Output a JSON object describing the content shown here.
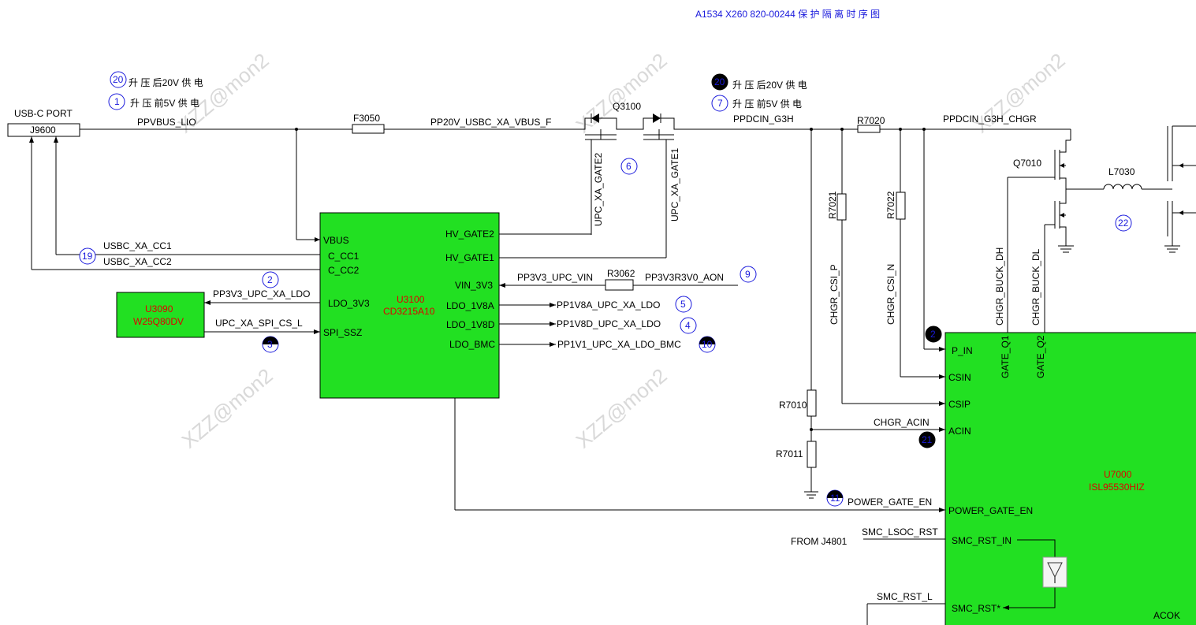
{
  "title": "A1534 X260 820-00244  保 护 隔 离 时 序 图",
  "watermark": "XZZ@mon2",
  "legend": [
    {
      "num": "20",
      "text": "升 压 后20V 供 电",
      "filled": false
    },
    {
      "num": "1",
      "text": "升 压 前5V 供 电",
      "filled": false
    },
    {
      "num": "20",
      "text": "升 压 后20V 供 电",
      "filled": true
    },
    {
      "num": "7",
      "text": "升 压 前5V 供 电",
      "filled": false
    }
  ],
  "connector": {
    "title": "USB-C PORT",
    "ref": "J9600"
  },
  "nets": {
    "ppvbus": "PPVBUS_LIO",
    "pp20v": "PP20V_USBC_XA_VBUS_F",
    "ppdcin": "PPDCIN_G3H",
    "ppdcin_chgr": "PPDCIN_G3H_CHGR",
    "cc1": "USBC_XA_CC1",
    "cc2": "USBC_XA_CC2",
    "pp3v3_ldo": "PP3V3_UPC_XA_LDO",
    "spi_cs": "UPC_XA_SPI_CS_L",
    "gate2": "UPC_XA_GATE2",
    "gate1": "UPC_XA_GATE1",
    "upc_vin": "PP3V3_UPC_VIN",
    "aon": "PP3V3R3V0_AON",
    "ldo1v8a": "PP1V8A_UPC_XA_LDO",
    "ldo1v8d": "PP1V8D_UPC_XA_LDO",
    "ldo_bmc": "PP1V1_UPC_XA_LDO_BMC",
    "csi_p": "CHGR_CSI_P",
    "csi_n": "CHGR_CSI_N",
    "buck_dh": "CHGR_BUCK_DH",
    "buck_dl": "CHGR_BUCK_DL",
    "acin": "CHGR_ACIN",
    "power_gate": "POWER_GATE_EN",
    "smc_lsoc": "SMC_LSOC_RST",
    "from_j": "FROM J4801",
    "smc_rst_l": "SMC_RST_L"
  },
  "parts": {
    "f3050": "F3050",
    "q3100": "Q3100",
    "r7020": "R7020",
    "r7021": "R7021",
    "r7022": "R7022",
    "r3062": "R3062",
    "r7010": "R7010",
    "r7011": "R7011",
    "q7010": "Q7010",
    "l7030": "L7030"
  },
  "u3100": {
    "ref": "U3100",
    "part": "CD3215A10",
    "pins_left": [
      "VBUS",
      "C_CC1",
      "C_CC2",
      "LDO_3V3",
      "SPI_SSZ"
    ],
    "pins_right": [
      "HV_GATE2",
      "HV_GATE1",
      "VIN_3V3",
      "LDO_1V8A",
      "LDO_1V8D",
      "LDO_BMC"
    ]
  },
  "u3090": {
    "ref": "U3090",
    "part": "W25Q80DV"
  },
  "u7000": {
    "ref": "U7000",
    "part": "ISL95530HIZ",
    "pins_left": [
      "P_IN",
      "CSIN",
      "CSIP",
      "ACIN",
      "POWER_GATE_EN",
      "SMC_RST_IN",
      "SMC_RST*"
    ],
    "pins_top": [
      "GATE_Q1",
      "GATE_Q2"
    ],
    "pin_acok": "ACOK"
  },
  "markers": {
    "m2": "2",
    "m3": "3",
    "m4": "4",
    "m5": "5",
    "m6": "6",
    "m9": "9",
    "m10": "10",
    "m11": "11",
    "m19": "19",
    "m22": "22",
    "m2b": "2",
    "m21": "21"
  }
}
